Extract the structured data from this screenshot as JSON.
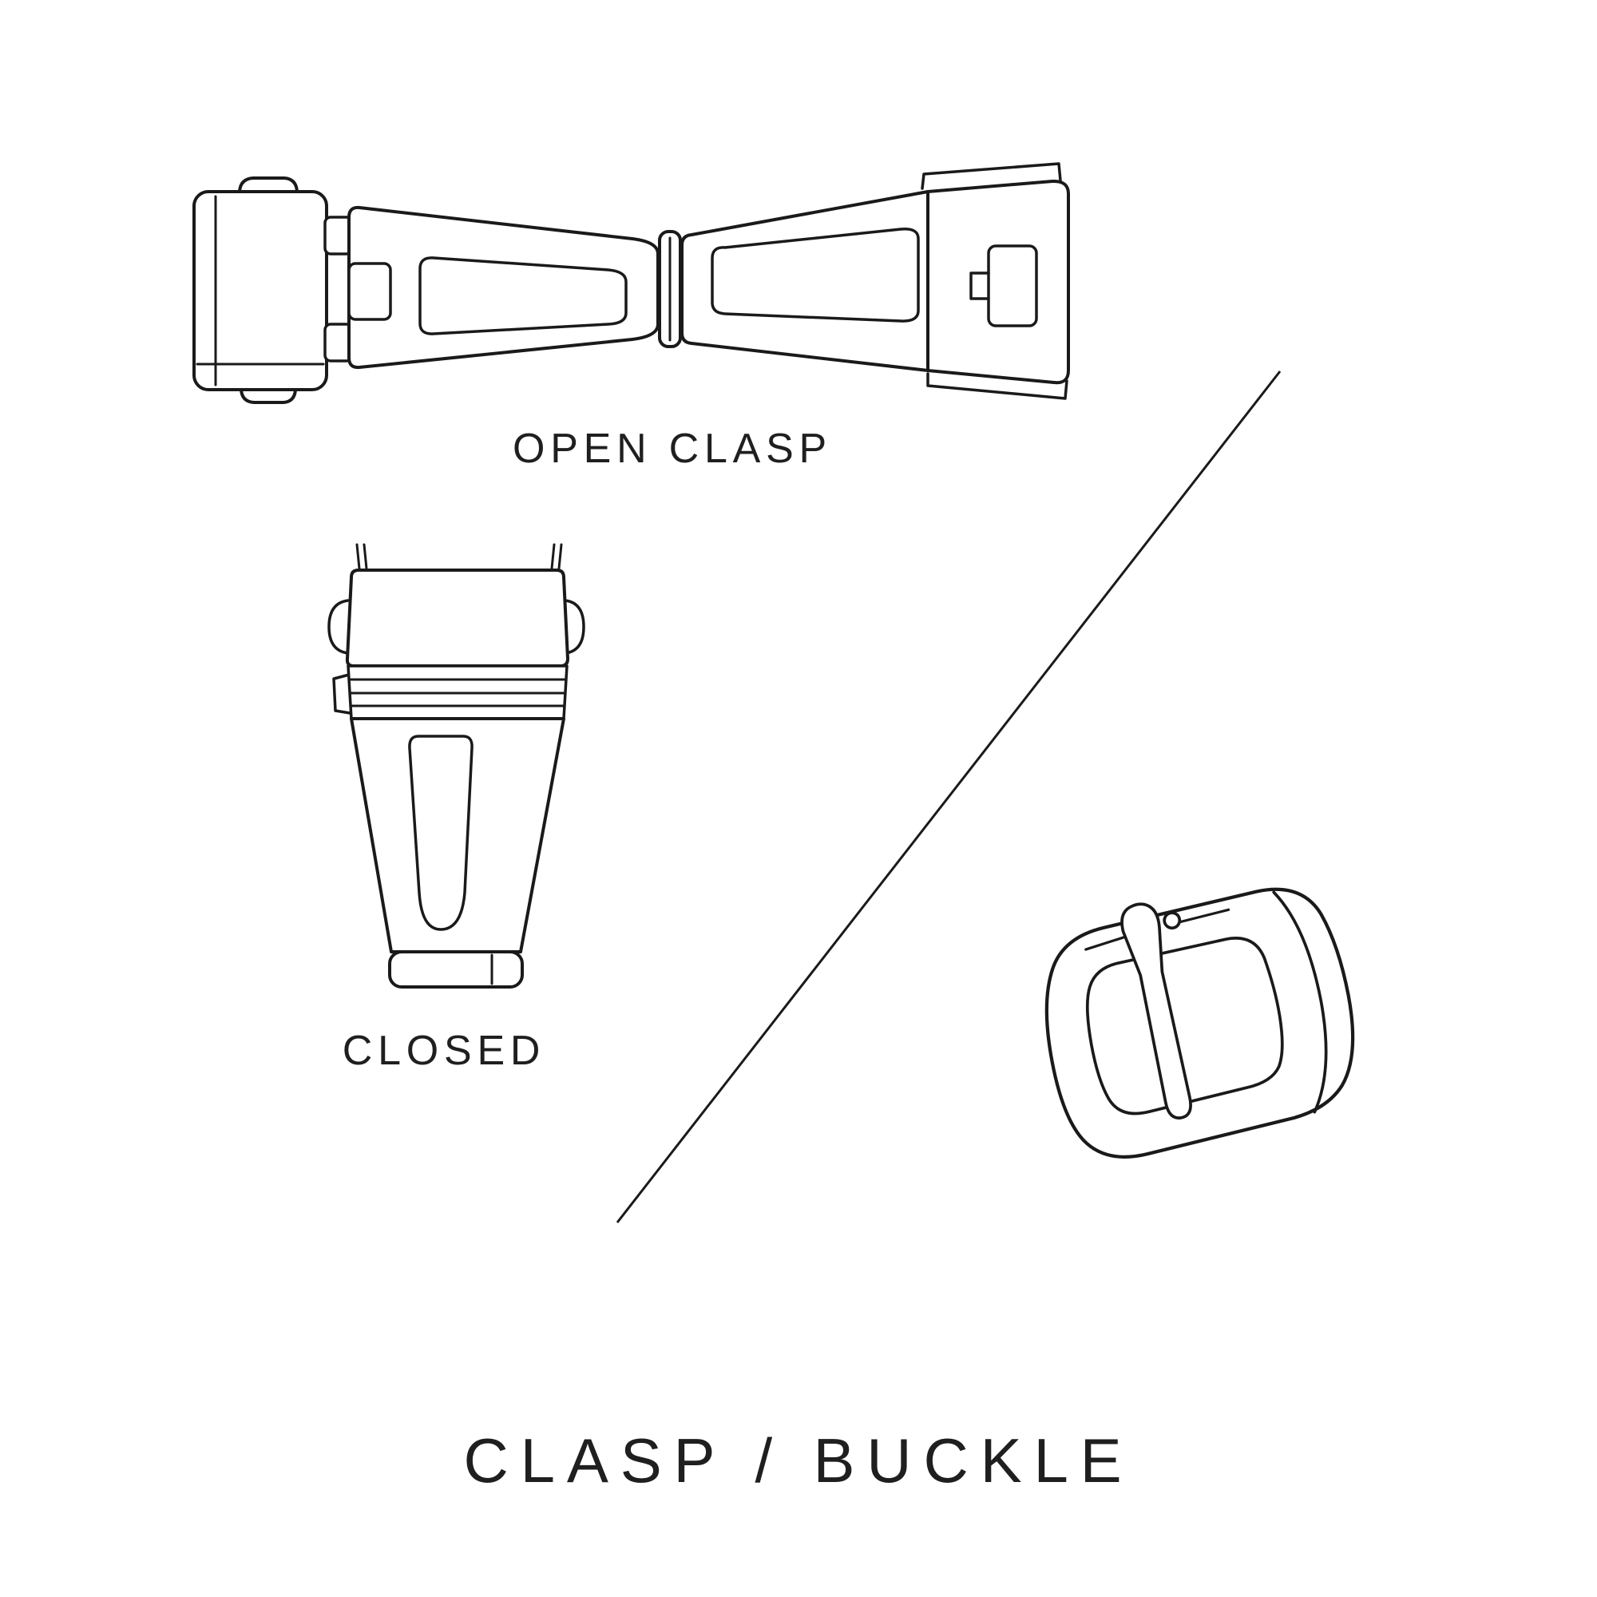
{
  "page": {
    "background_color": "#ffffff",
    "line_color": "#1a1a1a",
    "text_color": "#1f1f1f"
  },
  "labels": {
    "open_clasp": "OPEN CLASP",
    "closed": "CLOSED",
    "title": "CLASP / BUCKLE"
  },
  "illustrations": [
    {
      "name": "open-clasp-illustration",
      "label_ref": "open_clasp"
    },
    {
      "name": "closed-clasp-illustration",
      "label_ref": "closed"
    },
    {
      "name": "pin-buckle-illustration",
      "label_ref": "title"
    }
  ]
}
